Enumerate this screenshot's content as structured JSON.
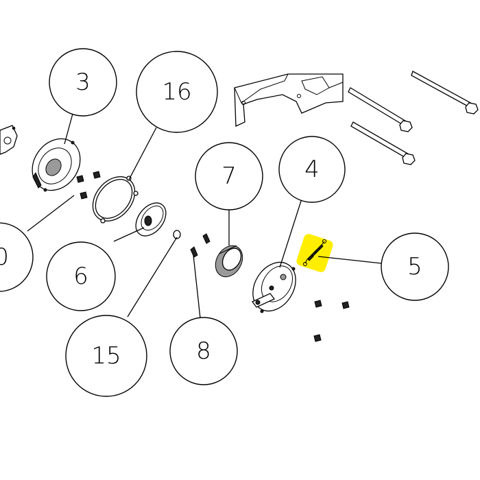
{
  "callouts": [
    {
      "id": "3",
      "label": "3"
    },
    {
      "id": "16",
      "label": "16"
    },
    {
      "id": "7",
      "label": "7"
    },
    {
      "id": "4",
      "label": "4"
    },
    {
      "id": "5",
      "label": "5"
    },
    {
      "id": "6",
      "label": "6"
    },
    {
      "id": "15",
      "label": "15"
    },
    {
      "id": "8",
      "label": "8"
    },
    {
      "id": "10",
      "label": "0"
    }
  ],
  "highlight_color": "#ffee00"
}
